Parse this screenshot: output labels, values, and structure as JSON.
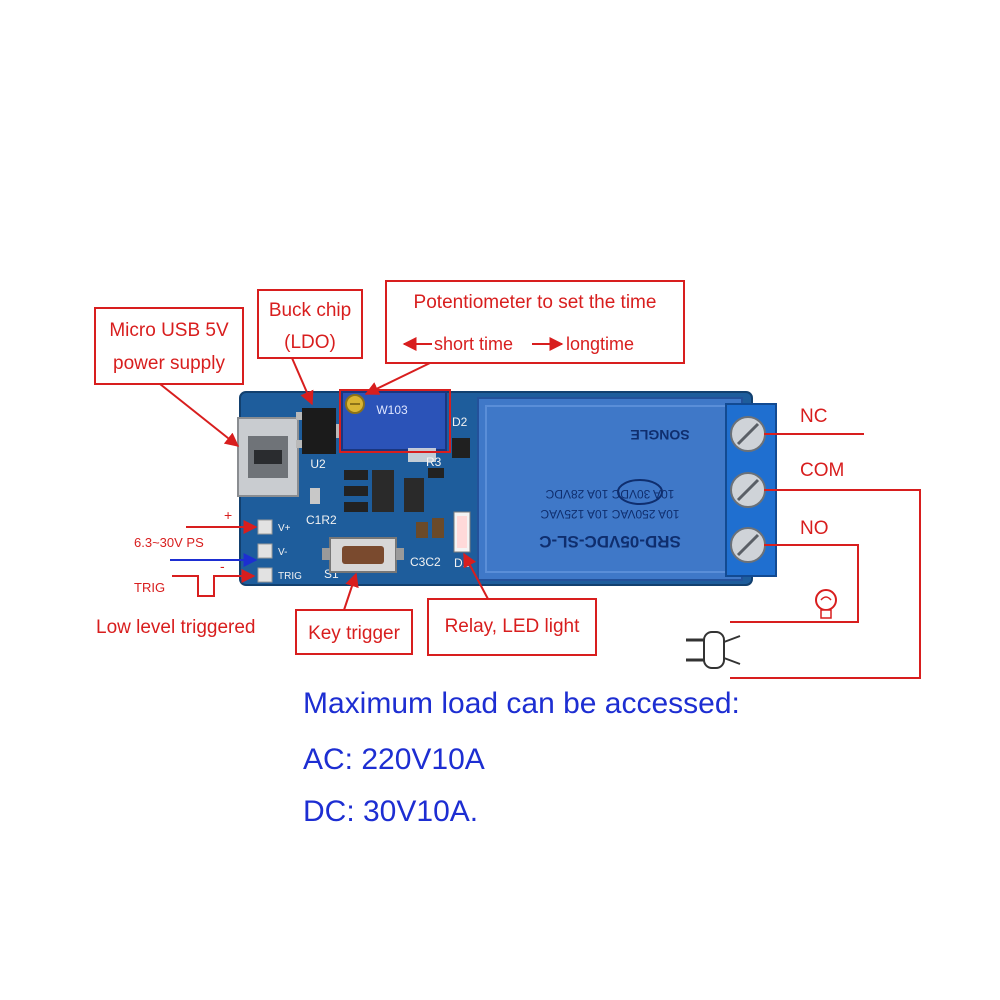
{
  "callouts": {
    "usb": [
      "Micro USB 5V",
      "power supply"
    ],
    "buck": [
      "Buck chip",
      "(LDO)"
    ],
    "pot": {
      "title": "Potentiometer to set the time",
      "short": "short time",
      "long": "longtime"
    },
    "key": "Key trigger",
    "relay_led": "Relay, LED light",
    "low_level": "Low level triggered"
  },
  "power_labels": {
    "plus": "+",
    "minus": "-",
    "range": "6.3~30V PS",
    "trig": "TRIG"
  },
  "board": {
    "pins": [
      "V+",
      "V-",
      "TRIG"
    ],
    "silk": {
      "u2": "U2",
      "c1r2": "C1R2",
      "c3c2": "C3C2",
      "d1": "D1",
      "d2": "D2",
      "r3": "R3",
      "s1": "S1",
      "pot_marking": "W103"
    },
    "relay": {
      "model": "SRD-05VDC-SL-C",
      "rating_1": "10A 250VAC  10A 125VAC",
      "rating_2": "10A 30VDC  10A 28VDC",
      "brand": "SONGLE"
    }
  },
  "terminals": [
    "NC",
    "COM",
    "NO"
  ],
  "specs": {
    "title": "Maximum load can be accessed:",
    "ac": "AC: 220V10A",
    "dc": "DC: 30V10A."
  },
  "colors": {
    "callout_red": "#d81e1e",
    "pcb_blue": "#1e5d9c",
    "relay_blue": "#3f78c8",
    "spec_blue": "#1d2ed2",
    "terminal_blue": "#1f6fd0"
  }
}
